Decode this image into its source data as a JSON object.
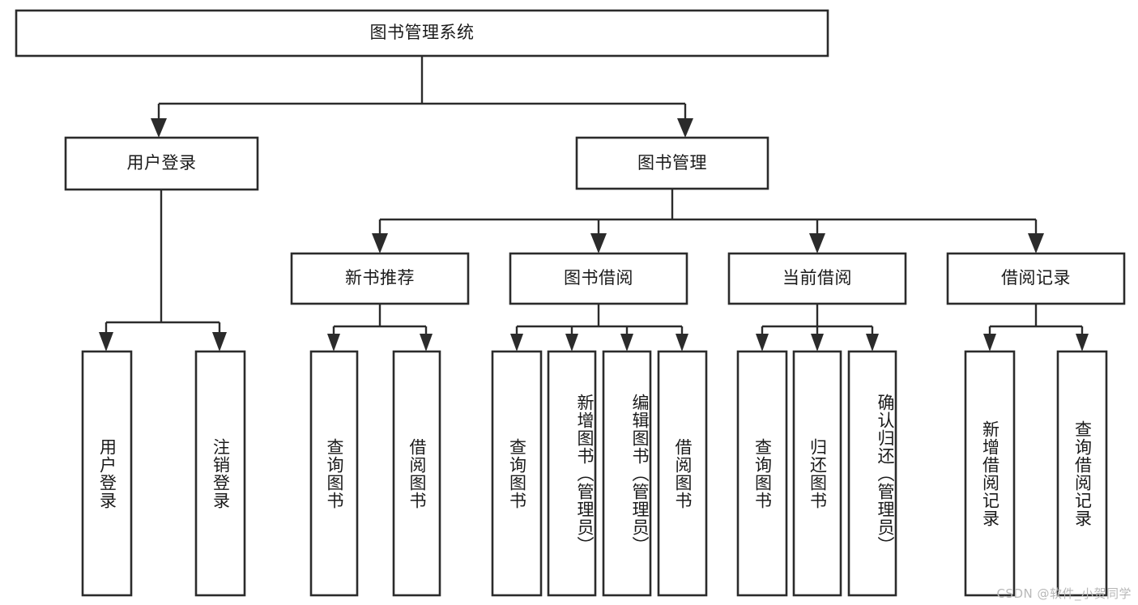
{
  "diagram": {
    "title": "图书管理系统",
    "type": "hierarchy-tree",
    "orientation": "top-down",
    "accent_color": "#2b2b2b",
    "background_color": "#ffffff",
    "nodes": {
      "root": {
        "label": "图书管理系统",
        "level": 0,
        "text_direction": "horizontal"
      },
      "l1": [
        {
          "id": "user-login",
          "label": "用户登录",
          "level": 1,
          "text_direction": "horizontal"
        },
        {
          "id": "book-management",
          "label": "图书管理",
          "level": 1,
          "text_direction": "horizontal"
        }
      ],
      "l2": [
        {
          "id": "new-book-recommend",
          "label": "新书推荐",
          "level": 2,
          "text_direction": "horizontal",
          "parent": "book-management"
        },
        {
          "id": "book-borrow",
          "label": "图书借阅",
          "level": 2,
          "text_direction": "horizontal",
          "parent": "book-management"
        },
        {
          "id": "current-borrow",
          "label": "当前借阅",
          "level": 2,
          "text_direction": "horizontal",
          "parent": "book-management"
        },
        {
          "id": "borrow-record",
          "label": "借阅记录",
          "level": 2,
          "text_direction": "horizontal",
          "parent": "book-management"
        }
      ],
      "leaves": [
        {
          "id": "leaf-user-login",
          "label": "用户登录",
          "parent": "user-login",
          "text_direction": "vertical"
        },
        {
          "id": "leaf-logout",
          "label": "注销登录",
          "parent": "user-login",
          "text_direction": "vertical"
        },
        {
          "id": "leaf-query-book-1",
          "label": "查询图书",
          "parent": "new-book-recommend",
          "text_direction": "vertical"
        },
        {
          "id": "leaf-borrow-book-1",
          "label": "借阅图书",
          "parent": "new-book-recommend",
          "text_direction": "vertical"
        },
        {
          "id": "leaf-query-book-2",
          "label": "查询图书",
          "parent": "book-borrow",
          "text_direction": "vertical"
        },
        {
          "id": "leaf-add-book",
          "label": "新增图书（管理员）",
          "parent": "book-borrow",
          "text_direction": "vertical"
        },
        {
          "id": "leaf-edit-book",
          "label": "编辑图书（管理员）",
          "parent": "book-borrow",
          "text_direction": "vertical"
        },
        {
          "id": "leaf-borrow-book-2",
          "label": "借阅图书",
          "parent": "book-borrow",
          "text_direction": "vertical"
        },
        {
          "id": "leaf-query-book-3",
          "label": "查询图书",
          "parent": "current-borrow",
          "text_direction": "vertical"
        },
        {
          "id": "leaf-return-book",
          "label": "归还图书",
          "parent": "current-borrow",
          "text_direction": "vertical"
        },
        {
          "id": "leaf-confirm-return",
          "label": "确认归还（管理员）",
          "parent": "current-borrow",
          "text_direction": "vertical"
        },
        {
          "id": "leaf-add-record",
          "label": "新增借阅记录",
          "parent": "borrow-record",
          "text_direction": "vertical"
        },
        {
          "id": "leaf-query-record",
          "label": "查询借阅记录",
          "parent": "borrow-record",
          "text_direction": "vertical"
        }
      ]
    }
  },
  "watermark": {
    "text": "CSDN @软件_小贺同学"
  }
}
